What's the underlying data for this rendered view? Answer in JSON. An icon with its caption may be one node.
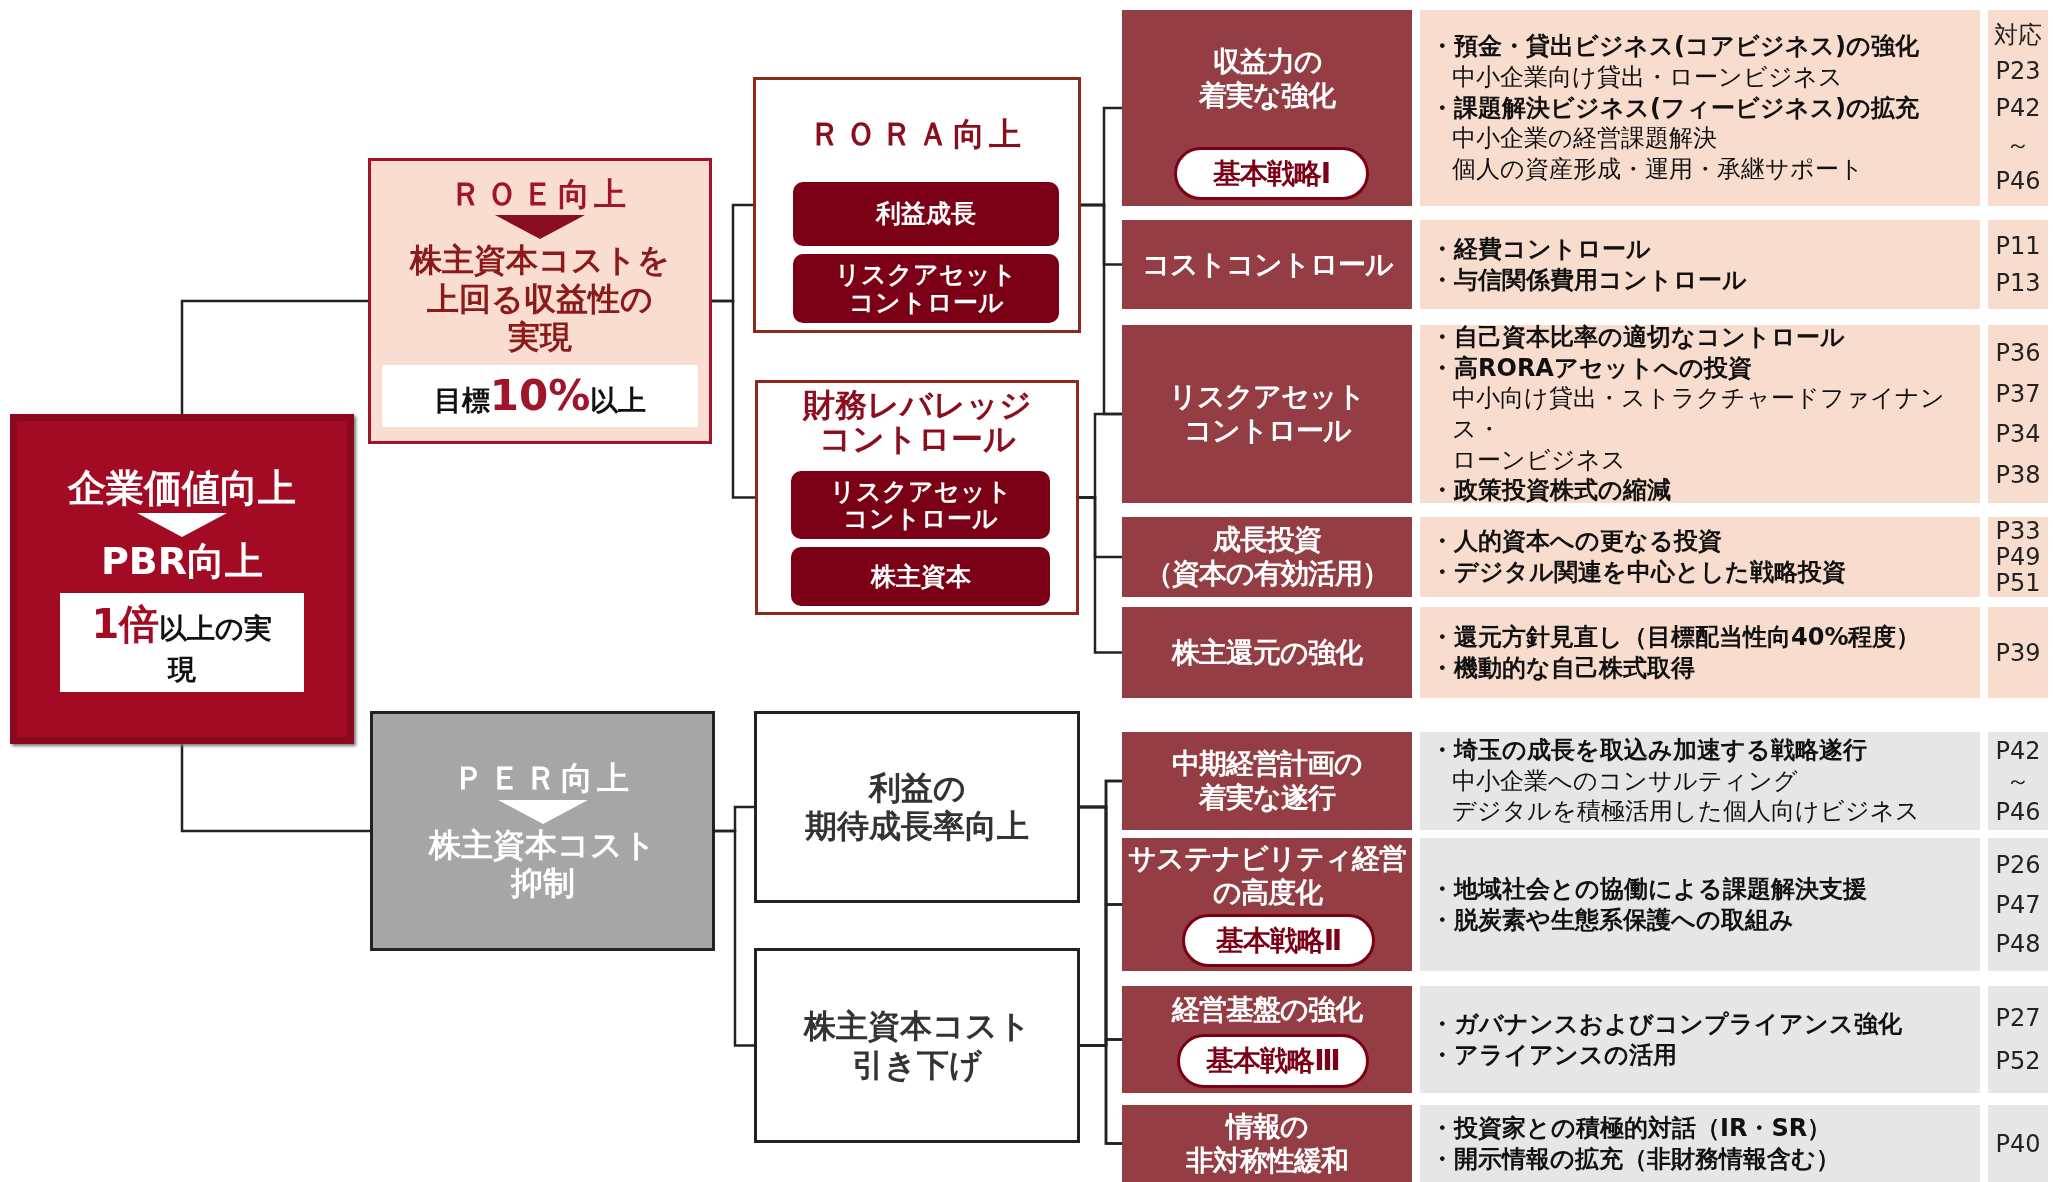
{
  "diagram": {
    "nodes": [
      {
        "text": [
          "企業価値向上",
          "PBR向上",
          "**1倍**以上の実現"
        ]
      },
      {
        "text": [
          "ＲＯＥ向上",
          "株主資本コストを上回る収益性の実現",
          "目標**10%**以上"
        ]
      },
      {
        "text": [
          "ＰＥＲ向上",
          "株主資本コスト抑制"
        ]
      },
      {
        "text": [
          "ＲＯＲＡ向上"
        ]
      },
      {
        "text": [
          "利益成長"
        ],
        "in": 3
      },
      {
        "text": [
          "リスクアセットコントロール"
        ],
        "in": 3
      },
      {
        "text": [
          "財務レバレッジコントロール"
        ]
      },
      {
        "text": [
          "リスクアセットコントロール"
        ],
        "in": 6
      },
      {
        "text": [
          "株主資本"
        ],
        "in": 6
      },
      {
        "text": [
          "利益の期待成長率向上"
        ]
      },
      {
        "text": [
          "株主資本コスト引き下げ"
        ]
      },
      {
        "text": [
          "収益力の着実な強化"
        ]
      },
      {
        "text": [
          "基本戦略Ⅰ"
        ],
        "in": 11
      },
      {
        "text": [
          "・預金・貸出ビジネス(コアビジネス)の強化",
          "中小企業向け貸出・ローンビジネス",
          "・課題解決ビジネス(フィービジネス)の拡充",
          "中小企業の経営課題解決",
          "個人の資産形成・運用・承継サポート"
        ]
      },
      {
        "text": [
          "対応",
          "P23",
          "P42",
          "～",
          "P46"
        ]
      },
      {
        "text": [
          "コストコントロール"
        ]
      },
      {
        "text": [
          "・経費コントロール",
          "・与信関係費用コントロール"
        ]
      },
      {
        "text": [
          "P11",
          "P13"
        ]
      },
      {
        "text": [
          "リスクアセットコントロール"
        ]
      },
      {
        "text": [
          "・自己資本比率の適切なコントロール",
          "・高RORAアセットへの投資",
          "中小向け貸出・ストラクチャードファイナンス・ローンビジネス",
          "・政策投資株式の縮減"
        ]
      },
      {
        "text": [
          "P36",
          "P37",
          "P34",
          "P38"
        ]
      },
      {
        "text": [
          "成長投資（資本の有効活用）"
        ]
      },
      {
        "text": [
          "・人的資本への更なる投資",
          "・デジタル関連を中心とした戦略投資"
        ]
      },
      {
        "text": [
          "P33",
          "P49",
          "P51"
        ]
      },
      {
        "text": [
          "株主還元の強化"
        ]
      },
      {
        "text": [
          "・還元方針見直し（目標配当性向40%程度）",
          "・機動的な自己株式取得"
        ]
      },
      {
        "text": [
          "P39"
        ]
      },
      {
        "text": [
          "中期経営計画の着実な遂行"
        ]
      },
      {
        "text": [
          "・埼玉の成長を取込み加速する戦略遂行",
          "中小企業へのコンサルティング",
          "デジタルを積極活用した個人向けビジネス"
        ]
      },
      {
        "text": [
          "P42",
          "～",
          "P46"
        ]
      },
      {
        "text": [
          "サステナビリティ経営の高度化"
        ]
      },
      {
        "text": [
          "基本戦略Ⅱ"
        ],
        "in": 30
      },
      {
        "text": [
          "・地域社会との協働による課題解決支援",
          "・脱炭素や生態系保護への取組み"
        ]
      },
      {
        "text": [
          "P26",
          "P47",
          "P48"
        ]
      },
      {
        "text": [
          "経営基盤の強化"
        ]
      },
      {
        "text": [
          "基本戦略Ⅲ"
        ],
        "in": 34
      },
      {
        "text": [
          "・ガバナンスおよびコンプライアンス強化",
          "・アライアンスの活用"
        ]
      },
      {
        "text": [
          "P27",
          "P52"
        ]
      },
      {
        "text": [
          "情報の非対称性緩和"
        ]
      },
      {
        "text": [
          "・投資家との積極的対話（IR・SR）",
          "・開示情報の拡充（非財務情報含む）"
        ]
      },
      {
        "text": [
          "P40"
        ]
      }
    ],
    "edges": [
      {
        "from": 0,
        "to": 1,
        "arrow": "none"
      },
      {
        "from": 0,
        "to": 2,
        "arrow": "none"
      },
      {
        "from": 1,
        "to": 3,
        "arrow": "none"
      },
      {
        "from": 1,
        "to": 6,
        "arrow": "none"
      },
      {
        "from": 2,
        "to": 9,
        "arrow": "none"
      },
      {
        "from": 2,
        "to": 10,
        "arrow": "none"
      },
      {
        "from": 3,
        "to": 11,
        "arrow": "none"
      },
      {
        "from": 3,
        "to": 15,
        "arrow": "none"
      },
      {
        "from": 3,
        "to": 18,
        "arrow": "none"
      },
      {
        "from": 6,
        "to": 18,
        "arrow": "none"
      },
      {
        "from": 6,
        "to": 21,
        "arrow": "none"
      },
      {
        "from": 6,
        "to": 24,
        "arrow": "none"
      },
      {
        "from": 9,
        "to": 27,
        "arrow": "none"
      },
      {
        "from": 9,
        "to": 30,
        "arrow": "none"
      },
      {
        "from": 9,
        "to": 34,
        "arrow": "none"
      },
      {
        "from": 9,
        "to": 38,
        "arrow": "none"
      },
      {
        "from": 10,
        "to": 27,
        "arrow": "none"
      },
      {
        "from": 10,
        "to": 30,
        "arrow": "none"
      },
      {
        "from": 10,
        "to": 34,
        "arrow": "none"
      },
      {
        "from": 10,
        "to": 38,
        "arrow": "none"
      }
    ]
  }
}
